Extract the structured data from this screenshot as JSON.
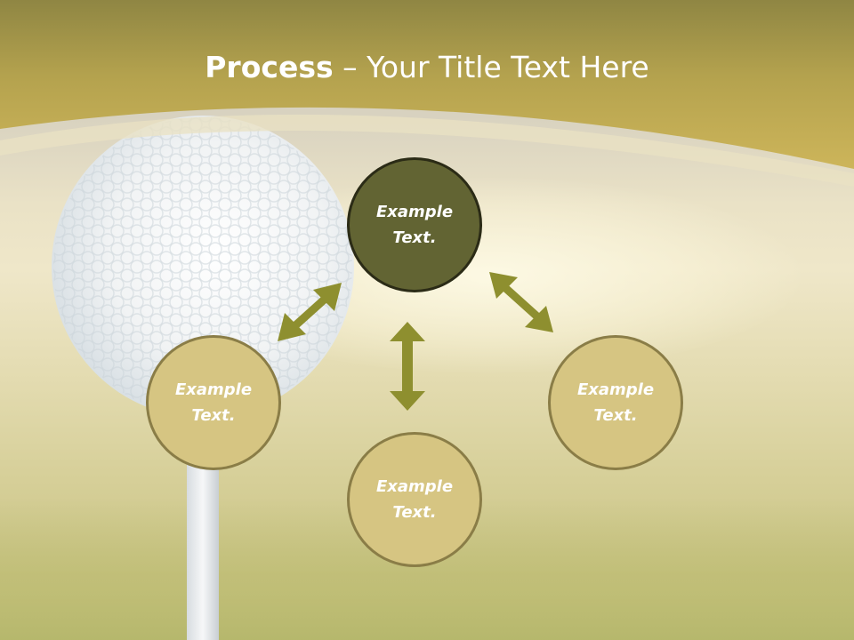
{
  "title": {
    "bold": "Process",
    "rest": " – Your Title Text Here"
  },
  "nodes": [
    {
      "id": "top",
      "label": "Example\nText.",
      "style": "dark"
    },
    {
      "id": "left",
      "label": "Example\nText.",
      "style": "light"
    },
    {
      "id": "bottom",
      "label": "Example\nText.",
      "style": "light"
    },
    {
      "id": "right",
      "label": "Example\nText.",
      "style": "light"
    }
  ],
  "colors": {
    "header": "#c9b153",
    "arrow": "#8e8f2f",
    "node_light": "#d6c582",
    "node_dark": "#626433"
  }
}
